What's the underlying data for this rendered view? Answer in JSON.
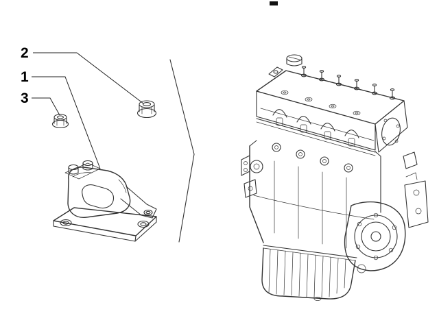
{
  "diagram": {
    "kind": "exploded-parts-diagram",
    "subject": "engine-mounting",
    "callouts": [
      {
        "number": "2",
        "part_name": "flange-nut-upper"
      },
      {
        "number": "1",
        "part_name": "engine-mount-bracket"
      },
      {
        "number": "3",
        "part_name": "flange-nut-lower"
      }
    ],
    "reference_art": [
      "engine-assembly",
      "grouping-bracket"
    ]
  },
  "colors": {
    "background": "#ffffff",
    "line_art": "#333333",
    "callout_text": "#000000"
  }
}
